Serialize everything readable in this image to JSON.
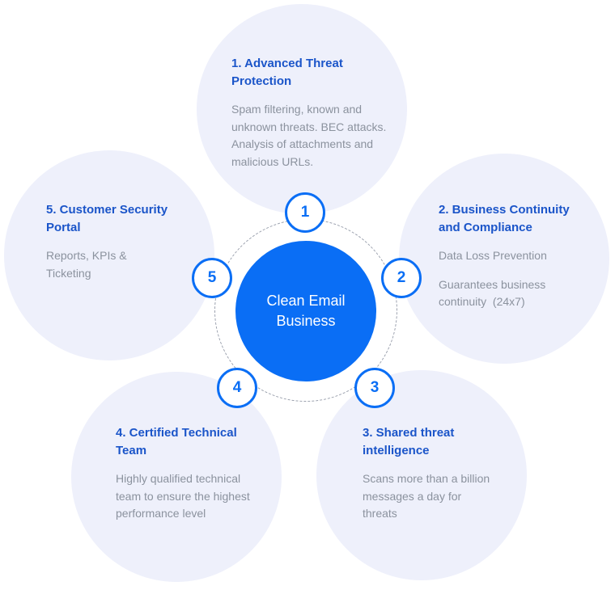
{
  "center": {
    "line1": "Clean Email",
    "line2": "Business"
  },
  "colors": {
    "accent": "#0a6ef5",
    "title": "#1b55c9",
    "text": "#8b929e",
    "petal": "#eef0fb"
  },
  "items": [
    {
      "number": "1",
      "title_line1": "1. Advanced Threat",
      "title_line2": "Protection",
      "desc1": [
        "Spam filtering, known and",
        "unknown threats. BEC attacks.",
        "Analysis of attachments and",
        "malicious URLs."
      ]
    },
    {
      "number": "2",
      "title_line1": "2. Business Continuity",
      "title_line2": "and Compliance",
      "desc1": [
        "Data Loss Prevention"
      ],
      "desc2": [
        "Guarantees business",
        "continuity  (24x7)"
      ]
    },
    {
      "number": "3",
      "title_line1": "3. Shared threat",
      "title_line2": "intelligence",
      "desc1": [
        "Scans more than a billion",
        "messages a day for",
        "threats"
      ]
    },
    {
      "number": "4",
      "title_line1": "4. Certified Technical",
      "title_line2": "Team",
      "desc1": [
        "Highly qualified technical",
        "team to ensure the highest",
        "performance level"
      ]
    },
    {
      "number": "5",
      "title_line1": "5. Customer Security",
      "title_line2": "Portal",
      "desc1": [
        "Reports, KPIs &",
        "Ticketing"
      ]
    }
  ]
}
